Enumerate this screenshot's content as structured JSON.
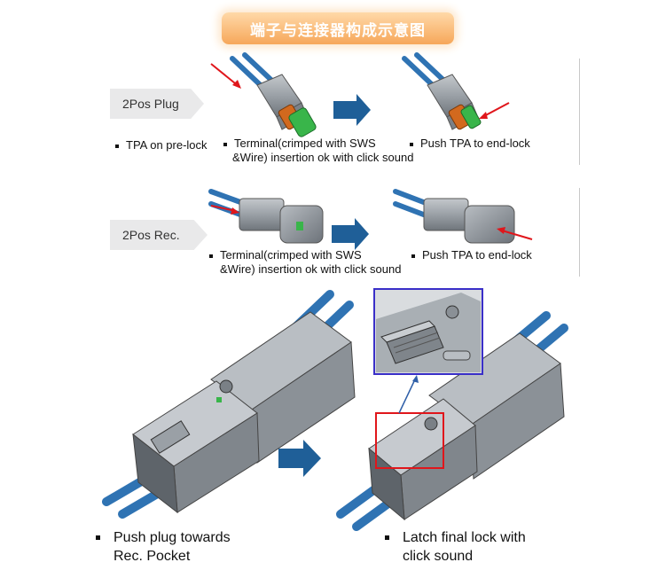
{
  "title": "端子与连接器构成示意图",
  "row1": {
    "tag": "2Pos Plug",
    "note1": "TPA on pre-lock",
    "note2_line1": "Terminal(crimped with SWS",
    "note2_line2": "&Wire) insertion ok with click sound",
    "note3": "Push TPA to end-lock"
  },
  "row2": {
    "tag": "2Pos Rec.",
    "note1_line1": "Terminal(crimped with SWS",
    "note1_line2": "&Wire) insertion ok with click sound",
    "note2": "Push TPA to end-lock"
  },
  "row3": {
    "left_line1": "Push plug towards",
    "left_line2": "Rec. Pocket",
    "right_line1": "Latch final lock with",
    "right_line2": "click sound"
  },
  "colors": {
    "arrow_blue": "#1f5f98",
    "wire_blue": "#2f73b3",
    "housing_gray": "#9aa0a6",
    "pointer_red": "#e0161b",
    "seal_orange": "#d2691e",
    "tpa_green": "#39b54a",
    "detail_frame": "#3a2fc8"
  },
  "icons": [
    "block-arrow-right-icon",
    "red-pointer-arrow-icon"
  ]
}
